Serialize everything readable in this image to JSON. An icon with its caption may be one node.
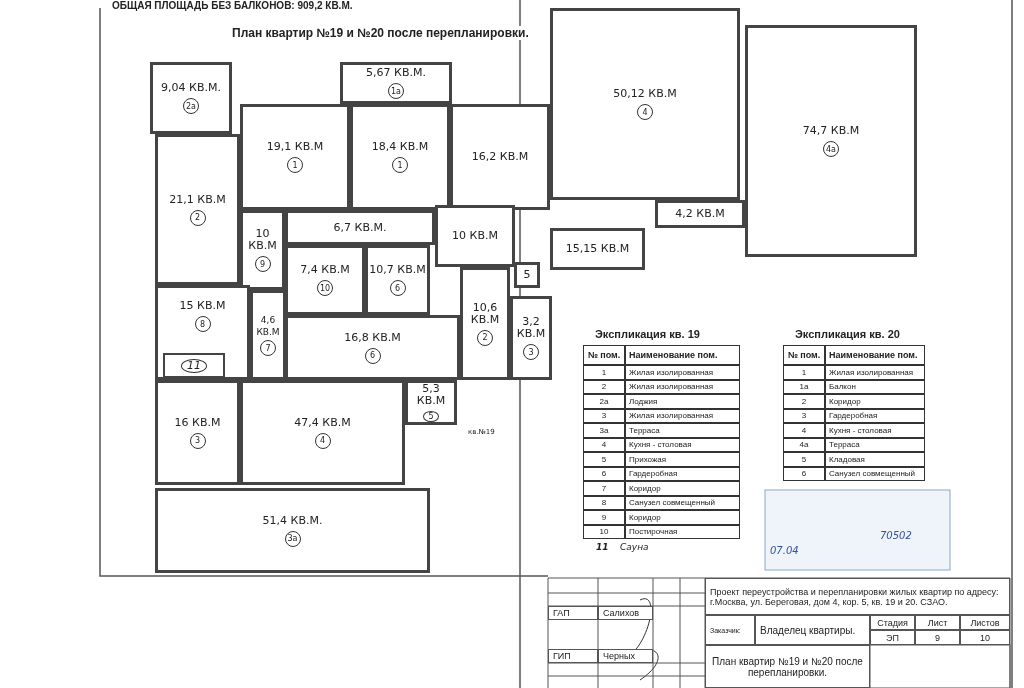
{
  "diagram": {
    "title": "План квартир №19 и №20 после перепланировки.",
    "nodes": [
      {
        "text": [
          "5,67 КВ.М.",
          "1а"
        ]
      },
      {
        "text": [
          "9,04 КВ.М.",
          "2а"
        ]
      },
      {
        "text": [
          "19,1 КВ.М",
          "1"
        ]
      },
      {
        "text": [
          "18,4 КВ.М",
          "1"
        ]
      },
      {
        "text": [
          "16,2 КВ.М"
        ]
      },
      {
        "text": [
          "21,1 КВ.М",
          "2"
        ]
      },
      {
        "text": [
          "10 КВ.М",
          "9"
        ]
      },
      {
        "text": [
          "6,7 КВ.М."
        ]
      },
      {
        "text": [
          "10 КВ.М"
        ]
      },
      {
        "text": [
          "10,7 КВ.М",
          "6"
        ]
      },
      {
        "text": [
          "7,4 КВ.М",
          "10"
        ]
      },
      {
        "text": [
          "4,6 КВ.М",
          "7"
        ]
      },
      {
        "text": [
          "15 КВ.М",
          "8"
        ]
      },
      {
        "text": [
          "11"
        ],
        "in": 12
      },
      {
        "text": [
          "16,8 КВ.М",
          "6"
        ]
      },
      {
        "text": [
          "10,6 КВ.М",
          "2"
        ]
      },
      {
        "text": [
          "3,2 КВ.М",
          "3"
        ]
      },
      {
        "text": [
          "5,3 КВ.М",
          "5"
        ]
      },
      {
        "text": [
          "16 КВ.М",
          "3"
        ]
      },
      {
        "text": [
          "47,4 КВ.М",
          "4"
        ]
      },
      {
        "text": [
          "51,4 КВ.М.",
          "3а"
        ]
      },
      {
        "text": [
          "50,12 КВ.М",
          "4"
        ]
      },
      {
        "text": [
          "74,7 КВ.М",
          "4а"
        ]
      },
      {
        "text": [
          "4,2 КВ.М"
        ]
      },
      {
        "text": [
          "15,15 КВ.М"
        ]
      },
      {
        "text": [
          "5"
        ]
      }
    ],
    "labels": [
      "ОБЩАЯ ПЛОЩАДЬ БЕЗ БАЛКОНОВ: 909,2 КВ.М.",
      "кв.№19",
      "Экспликация кв. 19",
      "№ пом.",
      "Наименование пом.",
      "1",
      "Жилая изолированная",
      "2",
      "Жилая изолированная",
      "2а",
      "Лоджия",
      "3",
      "Жилая изолированная",
      "3а",
      "Терраса",
      "4",
      "Кухня - столовая",
      "5",
      "Прихожая",
      "6",
      "Гардеробная",
      "7",
      "Коридор",
      "8",
      "Санузел совмещенный",
      "9",
      "Коридор",
      "10",
      "Постирочная",
      "11",
      "Сауна",
      "Экспликация кв. 20",
      "№ пом.",
      "Наименование пом.",
      "1",
      "Жилая изолированная",
      "1а",
      "Балкон",
      "2",
      "Коридор",
      "3",
      "Гардеробная",
      "4",
      "Кухня - столовая",
      "4а",
      "Терраса",
      "5",
      "Кладовая",
      "6",
      "Санузел совмещенный",
      "07.04",
      "70502",
      "Проект переустройства и перепланировки жилых квартир по адресу: г.Москва, ул. Береговая, дом 4, кор. 5, кв. 19 и 20. СЗАО.",
      "ГАП",
      "Салихов",
      "ГИП",
      "Черных",
      "Заказчик:",
      "Владелец квартиры.",
      "Стадия",
      "Лист",
      "Листов",
      "ЭП",
      "9",
      "10",
      "План квартир №19 и №20 после перепланировки."
    ]
  }
}
